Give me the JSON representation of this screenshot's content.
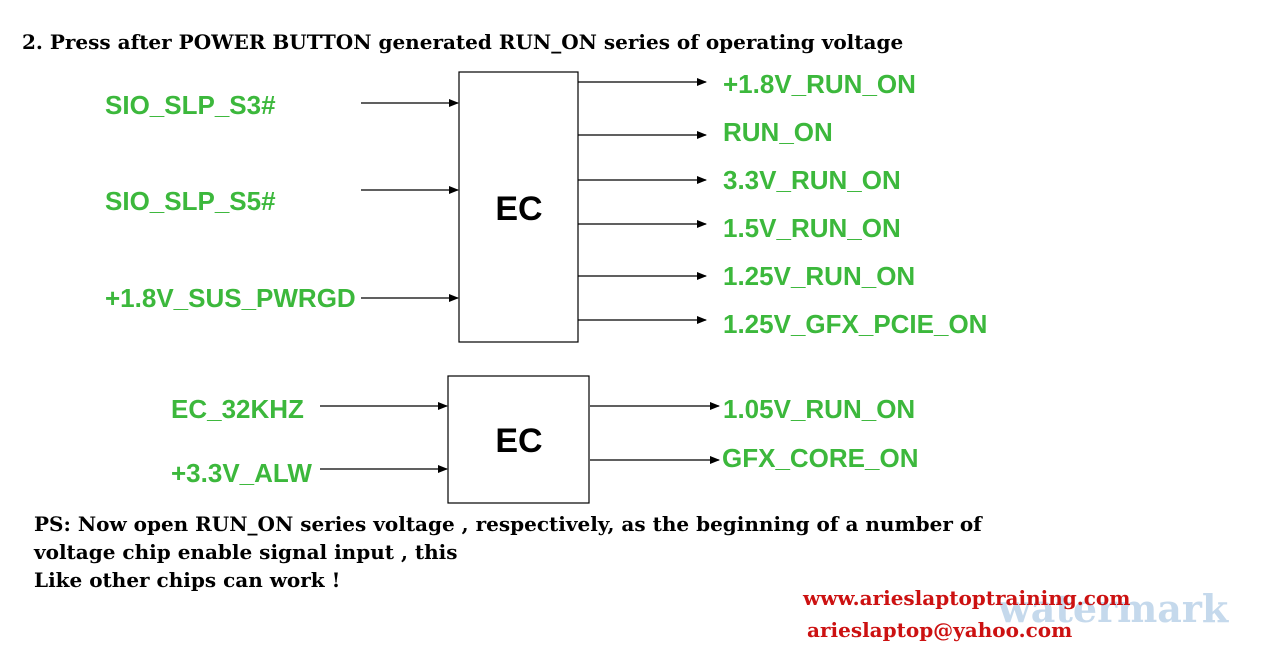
{
  "title": "2. Press after POWER BUTTON generated RUN_ON series of operating voltage",
  "diagram": {
    "ec_top": {
      "label": "EC",
      "inputs": [
        "SIO_SLP_S3#",
        "SIO_SLP_S5#",
        "+1.8V_SUS_PWRGD"
      ],
      "outputs": [
        "+1.8V_RUN_ON",
        "RUN_ON",
        "3.3V_RUN_ON",
        "1.5V_RUN_ON",
        "1.25V_RUN_ON",
        "1.25V_GFX_PCIE_ON"
      ]
    },
    "ec_bottom": {
      "label": "EC",
      "inputs": [
        "EC_32KHZ",
        "+3.3V_ALW"
      ],
      "outputs": [
        "1.05V_RUN_ON",
        "GFX_CORE_ON"
      ]
    },
    "colors": {
      "signal": "#3cb83c",
      "line": "#000000"
    }
  },
  "note": [
    "PS: Now open RUN_ON series voltage , respectively, as the beginning of a number of",
    "voltage chip enable signal input , this",
    "Like other chips can work !"
  ],
  "contact": {
    "website": "www.arieslaptoptraining.com",
    "email": "arieslaptop@yahoo.com",
    "color": "#cc1111"
  },
  "watermark": "watermark"
}
